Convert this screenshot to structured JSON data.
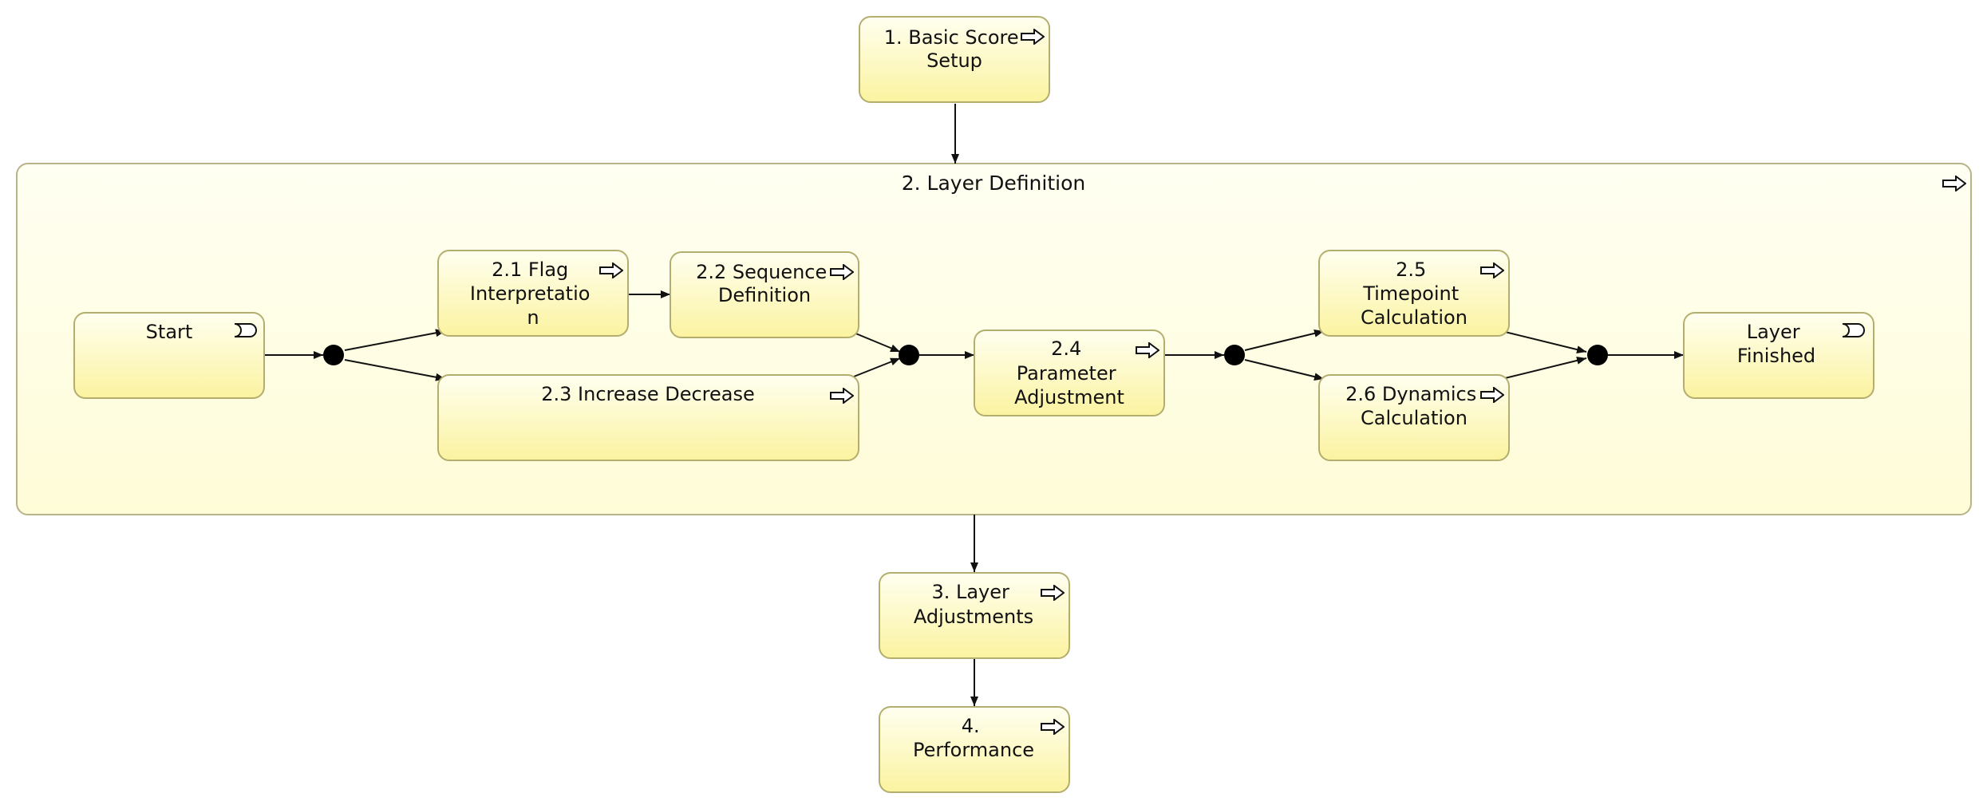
{
  "colors": {
    "node_fill_top": "#fffff0",
    "node_fill_bottom": "#fbf3a0",
    "node_stroke": "#b3ae6e",
    "group_fill": "#fffde0",
    "edge": "#111111",
    "junction": "#000000"
  },
  "icons": {
    "action": "process-arrow-icon",
    "event": "event-icon"
  },
  "group": {
    "title": "2. Layer Definition",
    "icon": "process-arrow-icon"
  },
  "nodes": {
    "basic_score_setup": {
      "lines": [
        "1. Basic Score",
        "Setup"
      ],
      "icon": "process-arrow-icon"
    },
    "start": {
      "lines": [
        "Start"
      ],
      "icon": "event-icon"
    },
    "flag_interpretation": {
      "lines": [
        "2.1 Flag",
        "Interpretatio",
        "n"
      ],
      "icon": "process-arrow-icon"
    },
    "sequence_definition": {
      "lines": [
        "2.2 Sequence",
        "Definition"
      ],
      "icon": "process-arrow-icon"
    },
    "increase_decrease": {
      "lines": [
        "2.3 Increase Decrease"
      ],
      "icon": "process-arrow-icon"
    },
    "parameter_adjustment": {
      "lines": [
        "2.4",
        "Parameter",
        "Adjustment"
      ],
      "icon": "process-arrow-icon"
    },
    "timepoint_calculation": {
      "lines": [
        "2.5",
        "Timepoint",
        "Calculation"
      ],
      "icon": "process-arrow-icon"
    },
    "dynamics_calculation": {
      "lines": [
        "2.6 Dynamics",
        "Calculation"
      ],
      "icon": "process-arrow-icon"
    },
    "layer_finished": {
      "lines": [
        "Layer",
        "Finished"
      ],
      "icon": "event-icon"
    },
    "layer_adjustments": {
      "lines": [
        "3. Layer",
        "Adjustments"
      ],
      "icon": "process-arrow-icon"
    },
    "performance": {
      "lines": [
        "4.",
        "Performance"
      ],
      "icon": "process-arrow-icon"
    }
  }
}
